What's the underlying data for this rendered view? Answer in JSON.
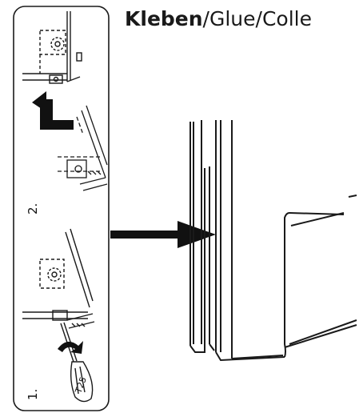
{
  "title": {
    "bold": "Kleben",
    "sep1": "/",
    "second": "Glue",
    "sep2": "/",
    "third": "Colle"
  },
  "panel": {
    "step1": "1.",
    "step2": "2.",
    "tool_label": "T25"
  }
}
